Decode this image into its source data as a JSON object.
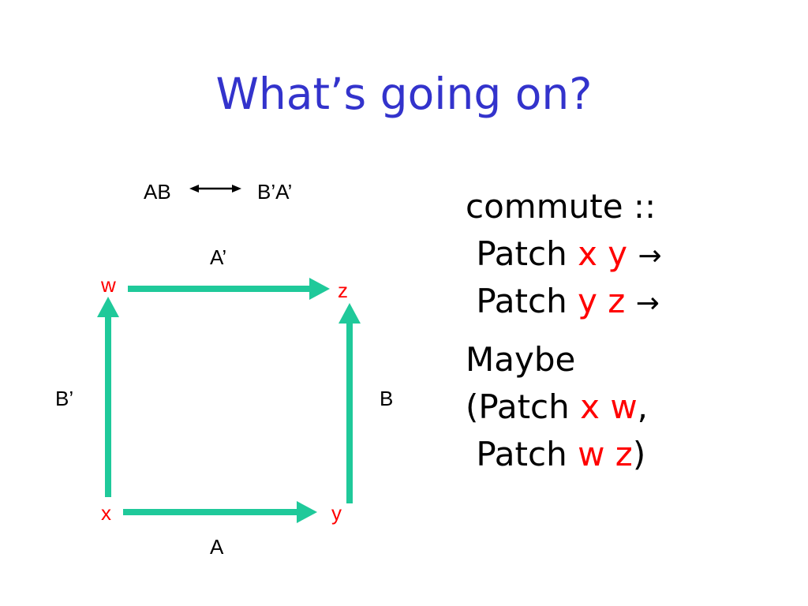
{
  "title": "What’s going on?",
  "diagram": {
    "relation": {
      "left": "AB",
      "right": "B’A’"
    },
    "edges": {
      "top": "A’",
      "bottom": "A",
      "left": "B’",
      "right": "B"
    },
    "nodes": {
      "w": "w",
      "z": "z",
      "x": "x",
      "y": "y"
    },
    "colors": {
      "arrow": "#1fc99a",
      "node": "#ff0000",
      "title": "#3333cc"
    }
  },
  "code": {
    "l1": "commute ::",
    "l2_pre": " Patch ",
    "l2_v1": "x",
    "l2_v2": "y",
    "l3_pre": " Patch ",
    "l3_v1": "y",
    "l3_v2": "z",
    "arrow": "→",
    "l4": "Maybe",
    "l5_pre": "(Patch ",
    "l5_v1": "x",
    "l5_v2": "w",
    "l5_post": ",",
    "l6_pre": " Patch ",
    "l6_v1": "w",
    "l6_v2": "z",
    "l6_post": ")"
  }
}
